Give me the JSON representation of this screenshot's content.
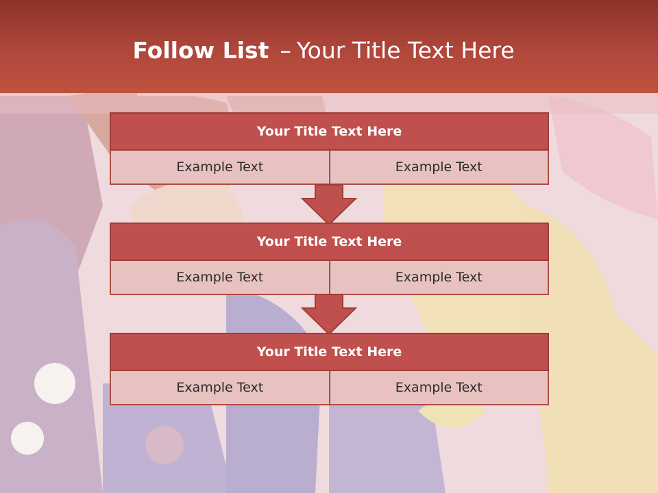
{
  "slide": {
    "title_bold": "Follow List",
    "title_dash": "–",
    "title_rest": "Your Title Text Here"
  },
  "blocks": [
    {
      "title": "Your Title Text Here",
      "left": "Example Text",
      "right": "Example Text"
    },
    {
      "title": "Your Title Text Here",
      "left": "Example Text",
      "right": "Example Text"
    },
    {
      "title": "Your Title Text Here",
      "left": "Example Text",
      "right": "Example Text"
    }
  ],
  "colors": {
    "header": "#b0473b",
    "block_title": "#c0504d",
    "cell": "#e7c2c1",
    "arrow": "#c0504d"
  },
  "icons": [
    "down-arrow-icon",
    "down-arrow-icon"
  ]
}
